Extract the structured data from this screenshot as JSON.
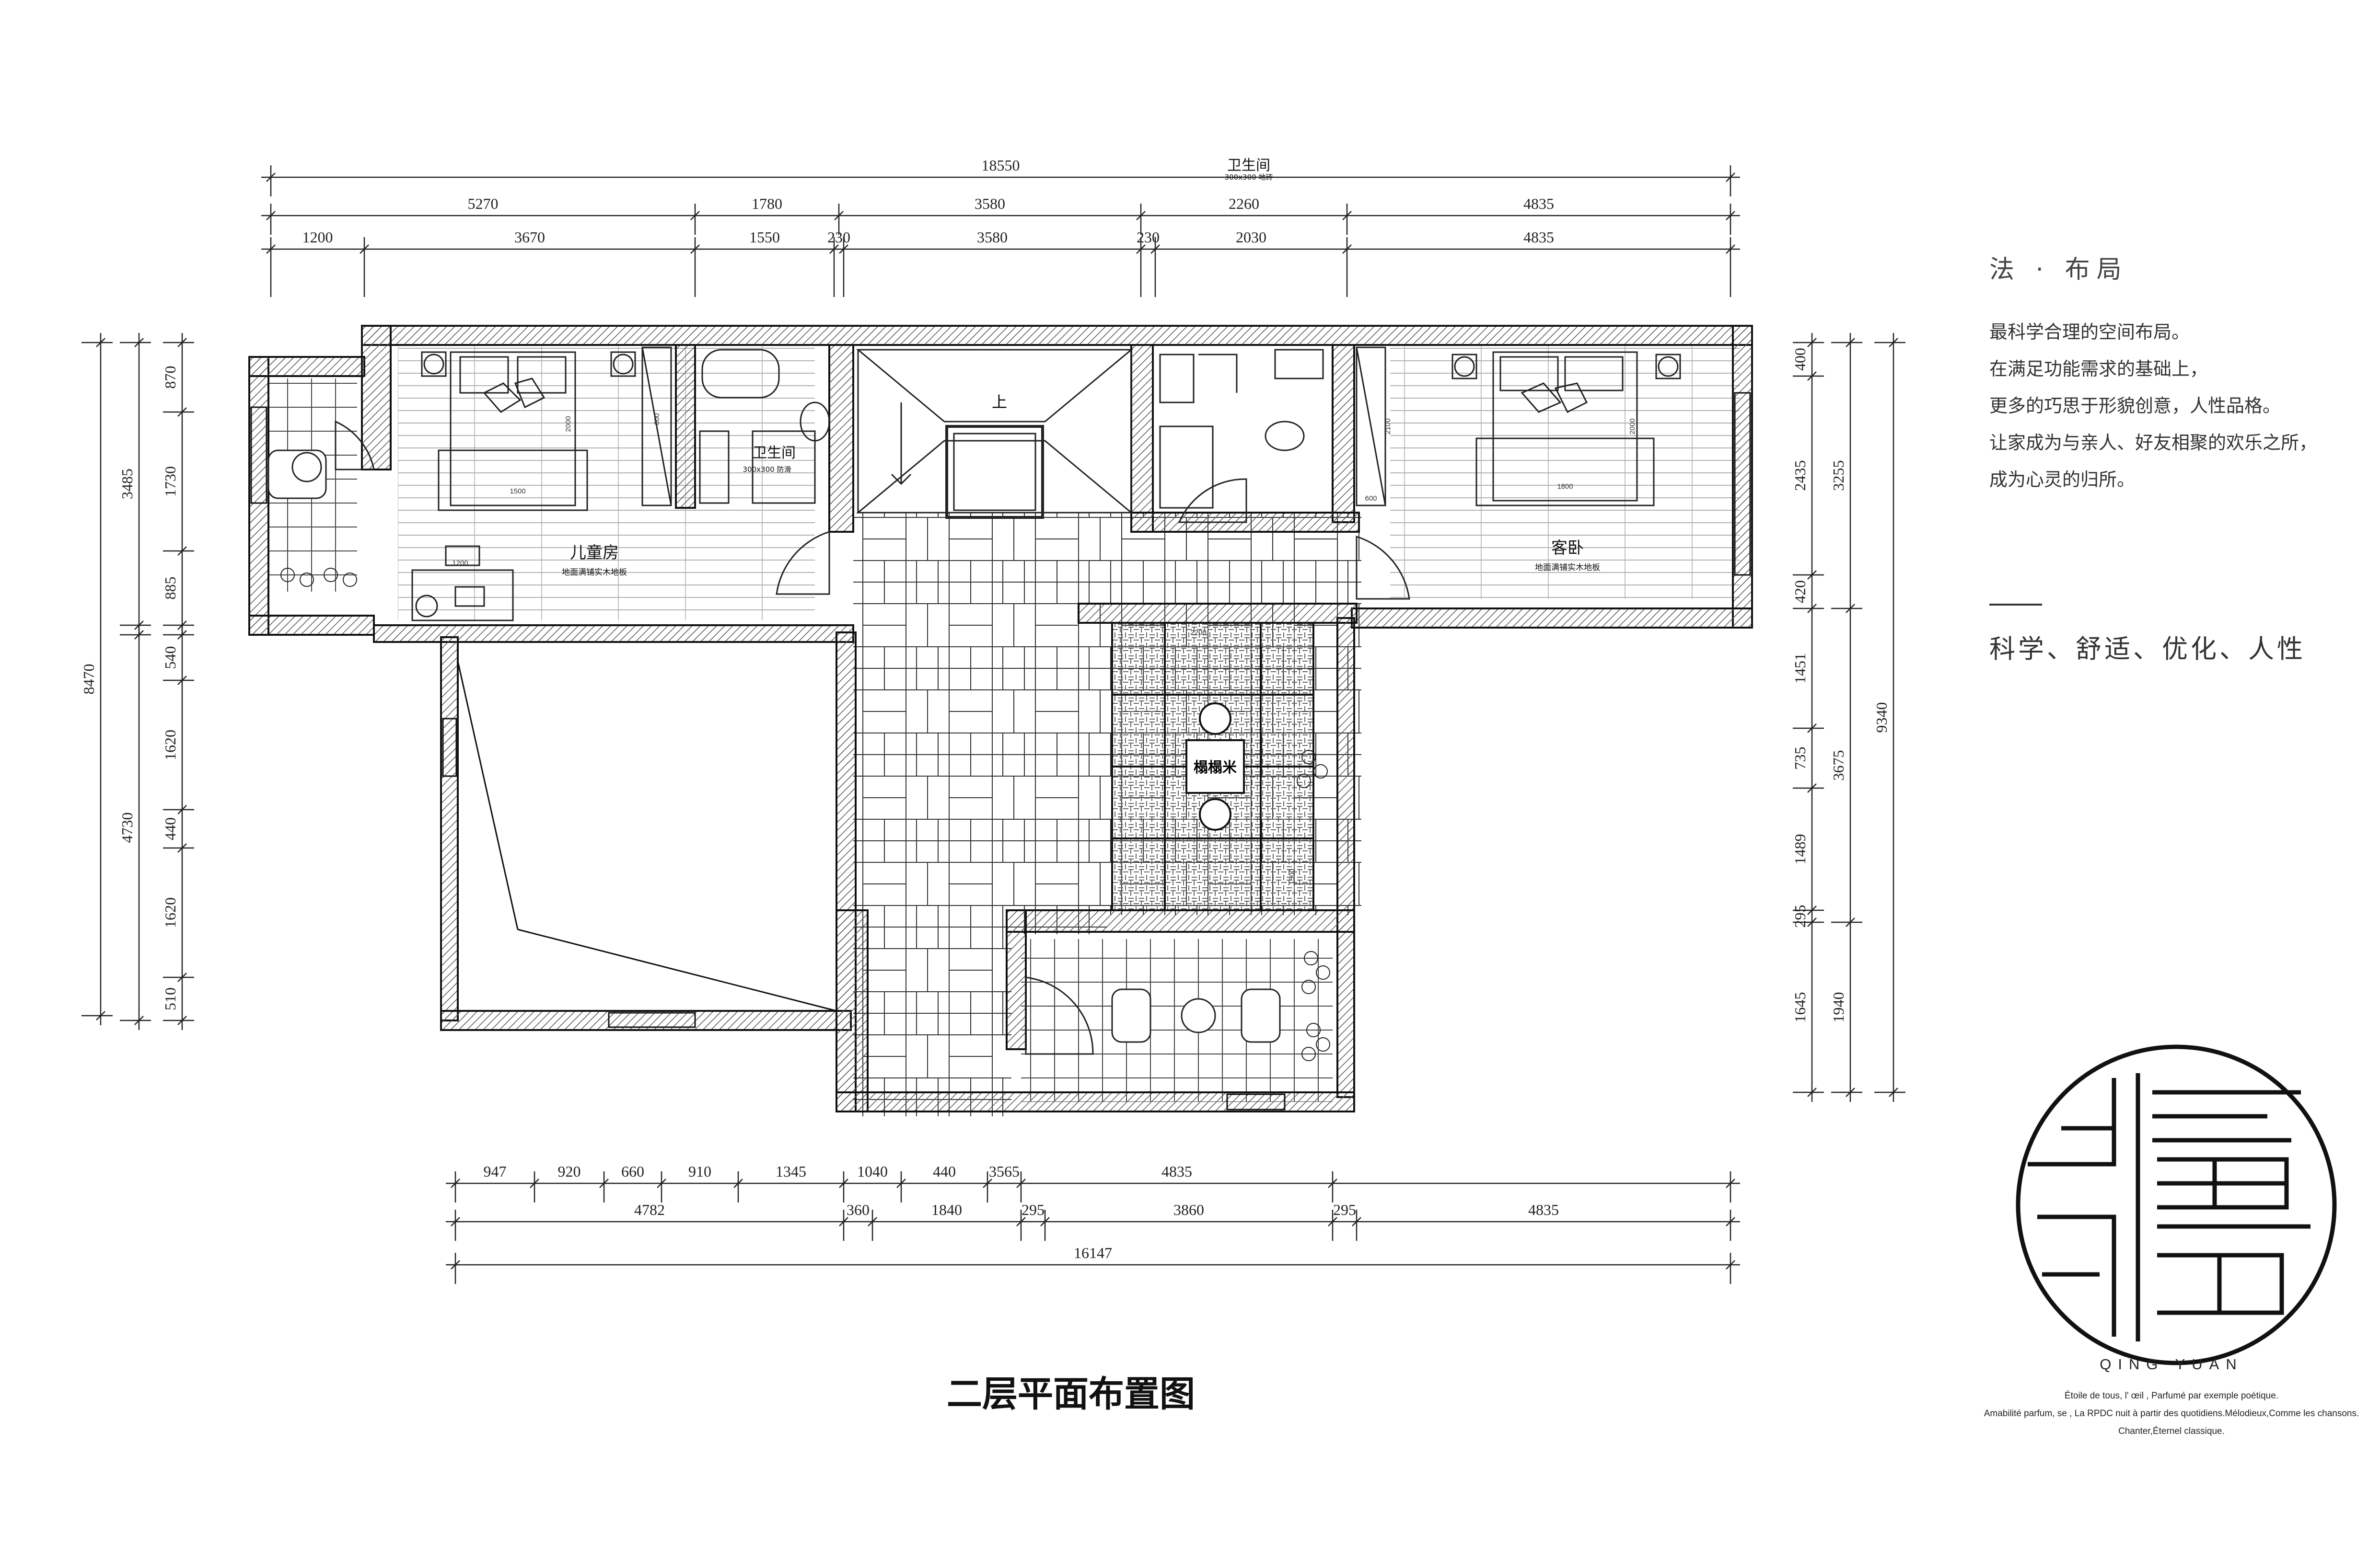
{
  "drawing_title": "二层平面布置图",
  "rooms": {
    "children_room": "儿童房",
    "children_floor_note": "地面满铺实木地板",
    "bathroom_left": "卫生间",
    "bathroom_left_note": "300x300 防滑",
    "bathroom_top": "卫生间",
    "bathroom_top_note": "300x300 地砖",
    "guest_room": "客卧",
    "guest_floor_note": "地面满铺实木地板",
    "tatami": "榻榻米",
    "stair_up": "上"
  },
  "dims_top": {
    "total": "18550",
    "row1": [
      "5270",
      "1780",
      "3580",
      "2260",
      "4835"
    ],
    "row2": [
      "1200",
      "3670",
      "1550",
      "230",
      "3580",
      "230",
      "2030",
      "4835"
    ]
  },
  "dims_left": {
    "total": "8470",
    "upper": "3485",
    "lower": "4730",
    "row_a": [
      "870",
      "1730",
      "885"
    ],
    "row_b": [
      "540",
      "1620",
      "440",
      "1620",
      "510"
    ]
  },
  "dims_right": {
    "total": "9340",
    "row_a": [
      "400",
      "2435",
      "420",
      "1451",
      "735",
      "1489",
      "295",
      "1645"
    ],
    "row_b": [
      "3255",
      "3675",
      "1940"
    ]
  },
  "dims_bottom": {
    "total": "16147",
    "row1": [
      "947",
      "920",
      "660",
      "910",
      "1345",
      "1040",
      "440",
      "3565",
      "4835"
    ],
    "row2": [
      "4782",
      "360",
      "1840",
      "295",
      "3860",
      "295",
      "4835"
    ]
  },
  "furniture_dims": {
    "bed_left_w": "1500",
    "bed_left_l": "2000",
    "bed_right_w": "1800",
    "bed_right_l": "2000",
    "wardrobe_a": "600",
    "wardrobe_b": "600",
    "wardrobe_c": "2100",
    "desk": "1200",
    "tatami_w": "2200",
    "tatami_h": "1500"
  },
  "side_panel": {
    "heading": "法 · 布局",
    "lines": [
      "最科学合理的空间布局。",
      "在满足功能需求的基础上，",
      "更多的巧思于形貌创意，人性品格。",
      "让家成为与亲人、好友相聚的欢乐之所，",
      "成为心灵的归所。"
    ],
    "tagline": "科学、舒适、优化、人性"
  },
  "brand": {
    "name": "QING YUAN",
    "motto": [
      "Étoile de tous, l' œil , Parfumé par exemple poétique.",
      "Amabilité parfum, se , La RPDC nuit à partir des quotidiens.Mélodieux,Comme les chansons.",
      "Chanter,Éternel classique."
    ]
  },
  "colors": {
    "line": "#1a1a1a",
    "wall_hatch": "#555555",
    "paper": "#ffffff"
  }
}
